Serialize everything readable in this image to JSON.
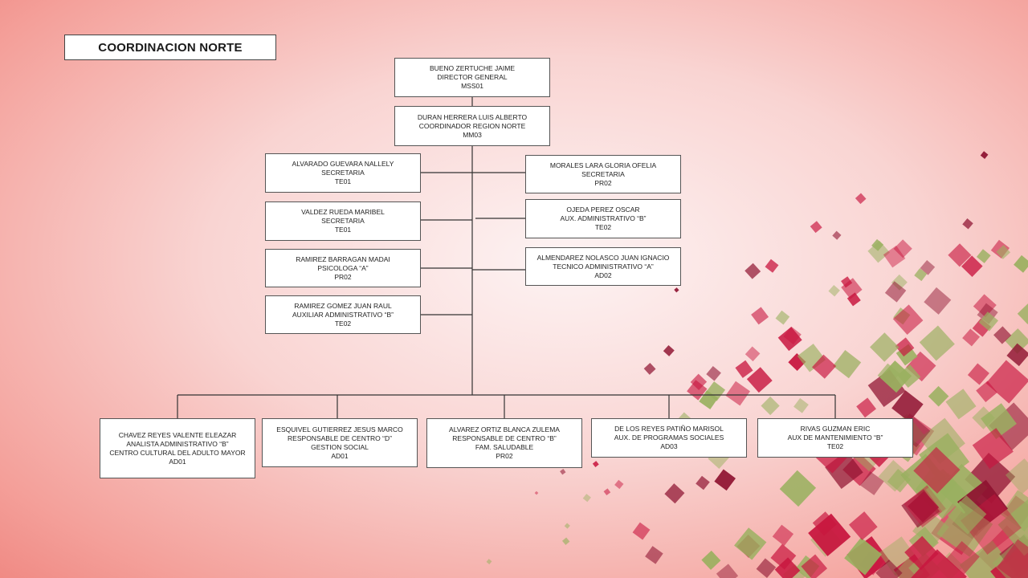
{
  "title": "COORDINACION NORTE",
  "colors": {
    "background_light": "#fdf3f3",
    "background_edge": "#f08a84",
    "box_fill": "#ffffff",
    "box_border": "#555555",
    "connector": "#333333",
    "deco_crimson": "#c8163f",
    "deco_olive": "#9ab060",
    "deco_dark_red": "#8e1230"
  },
  "org": {
    "director": {
      "name": "BUENO ZERTUCHE JAIME",
      "role": "DIRECTOR GENERAL",
      "code": "MSS01"
    },
    "coordinator": {
      "name": "DURAN HERRERA LUIS ALBERTO",
      "role": "COORDINADOR REGION NORTE",
      "code": "MM03"
    },
    "left_staff": [
      {
        "name": "ALVARADO GUEVARA NALLELY",
        "role": "SECRETARIA",
        "code": "TE01"
      },
      {
        "name": "VALDEZ RUEDA MARIBEL",
        "role": "SECRETARIA",
        "code": "TE01"
      },
      {
        "name": "RAMIREZ BARRAGAN MADAI",
        "role": "PSICOLOGA “A”",
        "code": "PR02"
      },
      {
        "name": "RAMIREZ GOMEZ JUAN RAUL",
        "role": "AUXILIAR ADMINISTRATIVO “B”",
        "code": "TE02"
      }
    ],
    "right_staff": [
      {
        "name": "MORALES LARA GLORIA OFELIA",
        "role": "SECRETARIA",
        "code": "PR02"
      },
      {
        "name": "OJEDA PEREZ OSCAR",
        "role": "AUX. ADMINISTRATIVO “B”",
        "code": "TE02"
      },
      {
        "name": "ALMENDAREZ NOLASCO JUAN IGNACIO",
        "role": "TECNICO ADMINISTRATIVO “A”",
        "code": "AD02"
      }
    ],
    "bottom": [
      {
        "name": "CHAVEZ REYES VALENTE ELEAZAR",
        "role": "ANALISTA ADMINISTRATIVO “B”",
        "unit": "CENTRO CULTURAL DEL ADULTO MAYOR",
        "code": "AD01"
      },
      {
        "name": "ESQUIVEL GUTIERREZ JESUS MARCO",
        "role": "RESPONSABLE DE CENTRO “D”",
        "unit": "GESTION SOCIAL",
        "code": "AD01"
      },
      {
        "name": "ALVAREZ ORTIZ BLANCA ZULEMA",
        "role": "RESPONSABLE DE CENTRO “B”",
        "unit": "FAM. SALUDABLE",
        "code": "PR02"
      },
      {
        "name": "DE LOS REYES PATIÑO MARISOL",
        "role": "AUX. DE PROGRAMAS SOCIALES",
        "code": "AD03"
      },
      {
        "name": "RIVAS GUZMAN ERIC",
        "role": "AUX DE MANTENIMIENTO “B”",
        "code": "TE02"
      }
    ]
  }
}
